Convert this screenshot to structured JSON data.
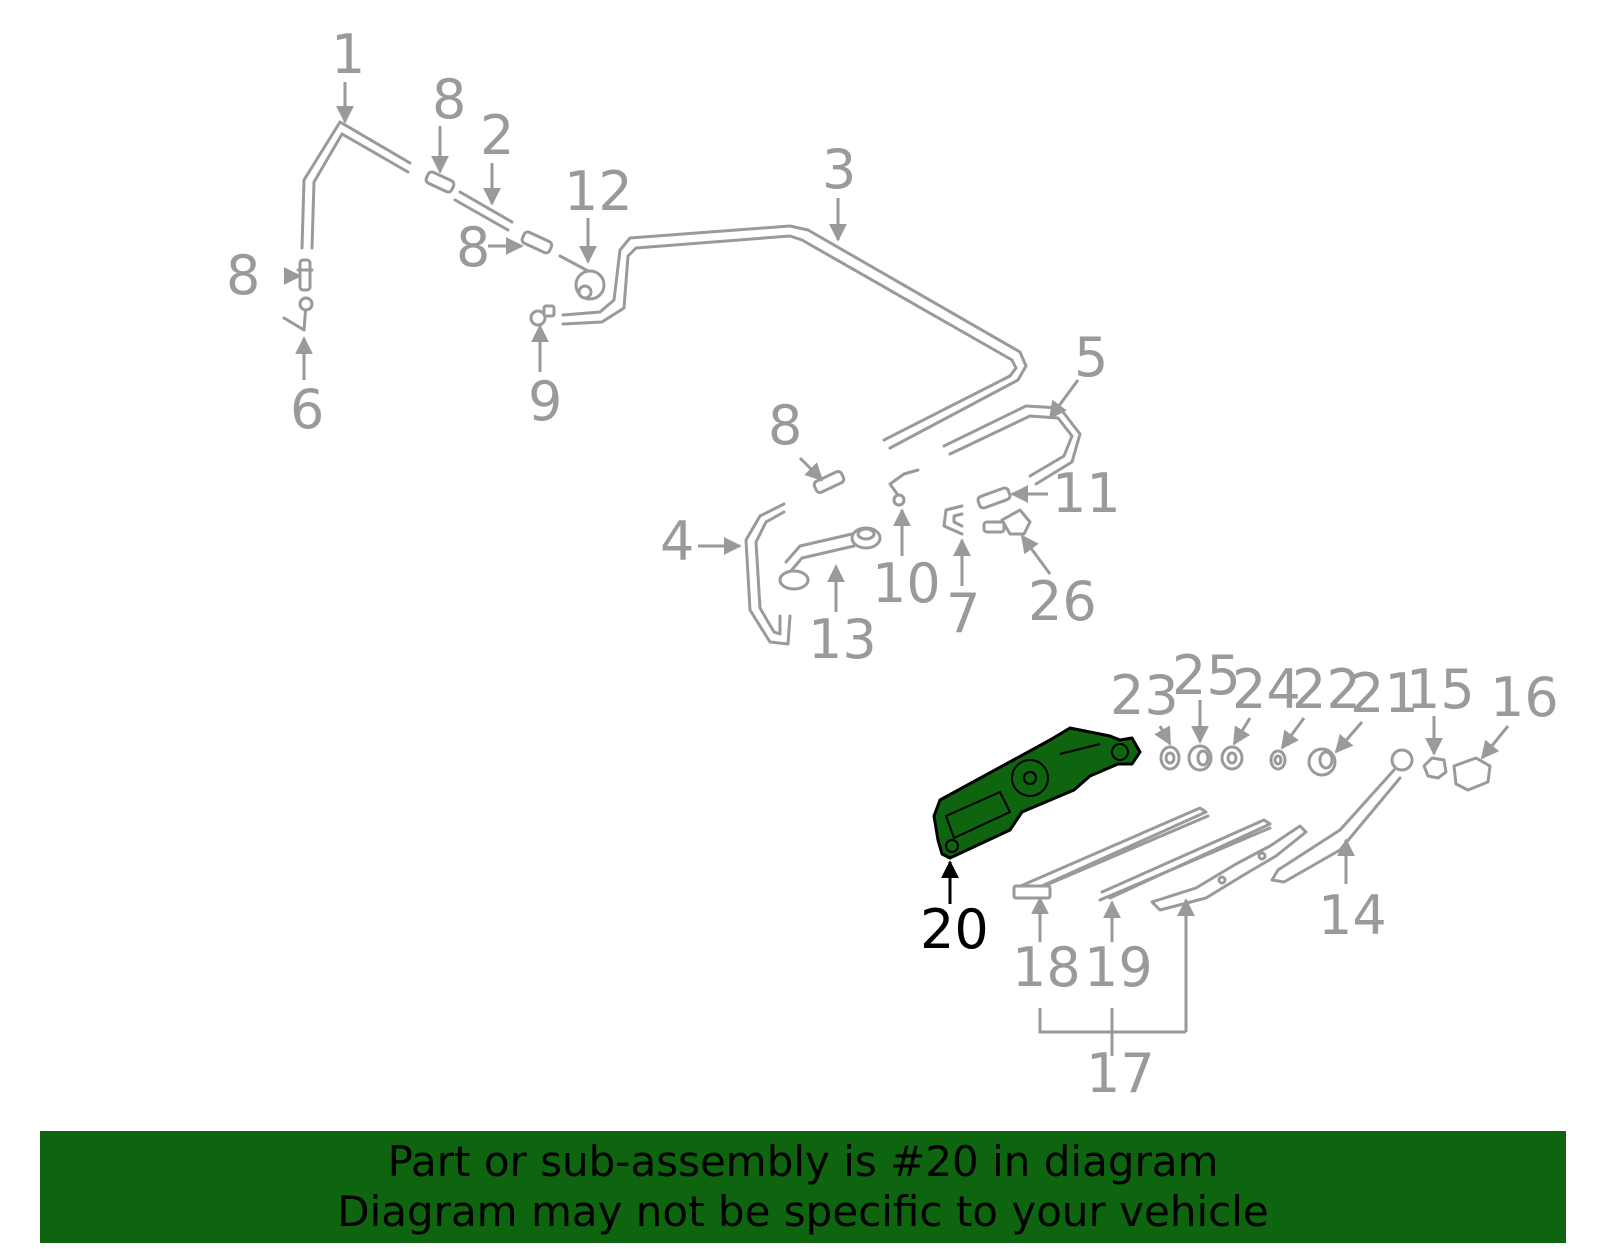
{
  "colors": {
    "part_stroke": "#9a9a9a",
    "highlight_fill": "#0f6410",
    "highlight_stroke": "#000000",
    "banner_bg": "#0f6410",
    "banner_text": "#000000"
  },
  "highlighted_part": "20",
  "callouts": {
    "c1": "1",
    "c2": "2",
    "c3": "3",
    "c4": "4",
    "c5": "5",
    "c6": "6",
    "c7": "7",
    "c8a": "8",
    "c8b": "8",
    "c8c": "8",
    "c8d": "8",
    "c9": "9",
    "c10": "10",
    "c11": "11",
    "c12": "12",
    "c13": "13",
    "c14": "14",
    "c15": "15",
    "c16": "16",
    "c17": "17",
    "c18": "18",
    "c19": "19",
    "c20": "20",
    "c21": "21",
    "c22": "22",
    "c23": "23",
    "c24": "24",
    "c25": "25",
    "c26": "26"
  },
  "banner": {
    "line1": "Part or sub-assembly is #20 in diagram",
    "line2": "Diagram may not be specific to your vehicle"
  }
}
